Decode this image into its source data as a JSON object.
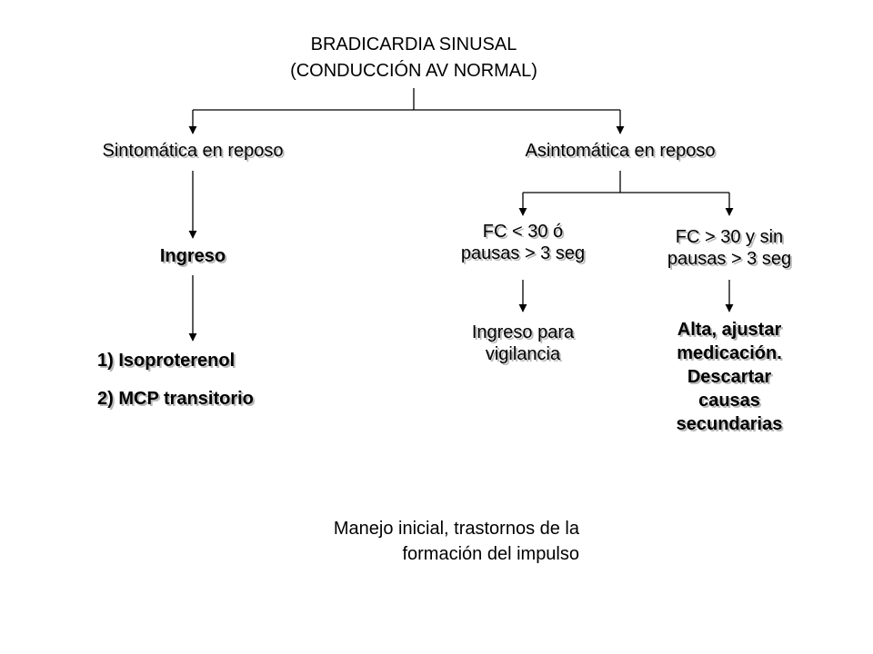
{
  "title": {
    "line1": "BRADICARDIA SINUSAL",
    "line2": "(CONDUCCIÓN AV NORMAL)"
  },
  "branches": {
    "left": {
      "label": "Sintomática en reposo",
      "step": "Ingreso",
      "treatments": [
        "1) Isoproterenol",
        "2) MCP transitorio"
      ]
    },
    "right": {
      "label": "Asintomática en reposo",
      "sub_left": {
        "line1": "FC < 30 ó",
        "line2": "pausas > 3 seg",
        "result_line1": "Ingreso para",
        "result_line2": "vigilancia"
      },
      "sub_right": {
        "line1": "FC > 30 y sin",
        "line2": "pausas > 3 seg",
        "result_lines": [
          "Alta, ajustar",
          "medicación.",
          "Descartar",
          "causas",
          "secundarias"
        ]
      }
    }
  },
  "caption": {
    "line1": "Manejo inicial, trastornos de la",
    "line2": "formación del impulso"
  },
  "colors": {
    "text": "#000000",
    "lines": "#000000",
    "shadow": "#b8b8b8",
    "background": "#ffffff"
  }
}
